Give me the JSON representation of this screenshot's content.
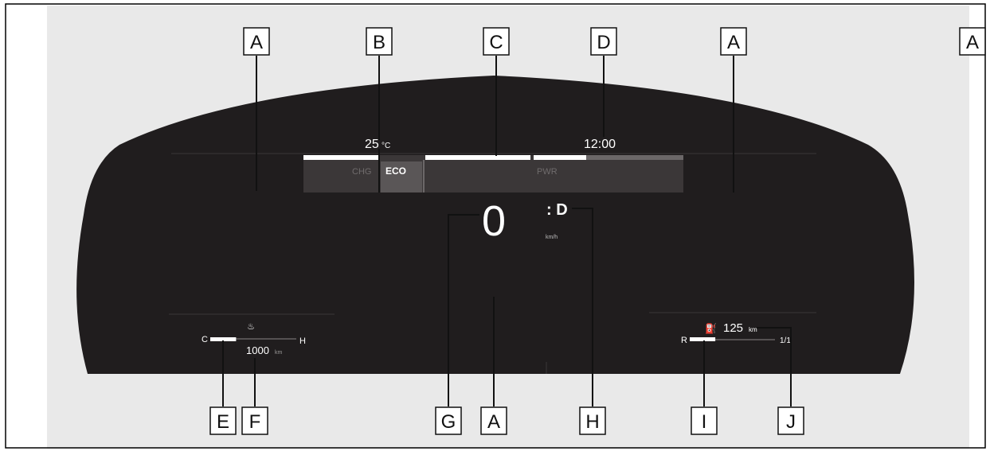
{
  "callouts": {
    "a_top_left": "A",
    "b": "B",
    "c": "C",
    "d": "D",
    "a_top_right": "A",
    "a_right": "A",
    "e": "E",
    "f": "F",
    "g": "G",
    "a_bottom": "A",
    "h": "H",
    "i": "I",
    "j": "J"
  },
  "display": {
    "outside_temp_value": "25",
    "outside_temp_unit": "°C",
    "clock": "12:00",
    "hybrid_indicator": {
      "chg": "CHG",
      "eco": "ECO",
      "pwr": "PWR"
    },
    "speed": "0",
    "speed_unit": "km/h",
    "shift_position": ": D",
    "coolant_temp": {
      "cold": "C",
      "hot": "H",
      "level": 0.3
    },
    "odometer_value": "1000",
    "odometer_unit": "km",
    "fuel": {
      "empty": "R",
      "full": "1/1",
      "level": 0.3
    },
    "range_value": "125",
    "range_unit": "km"
  },
  "colors": {
    "background": "#e9e9e9",
    "cluster": "#201d1e",
    "text": "#ffffff",
    "callout_box": "#ffffff",
    "leader_line": "#111111"
  }
}
